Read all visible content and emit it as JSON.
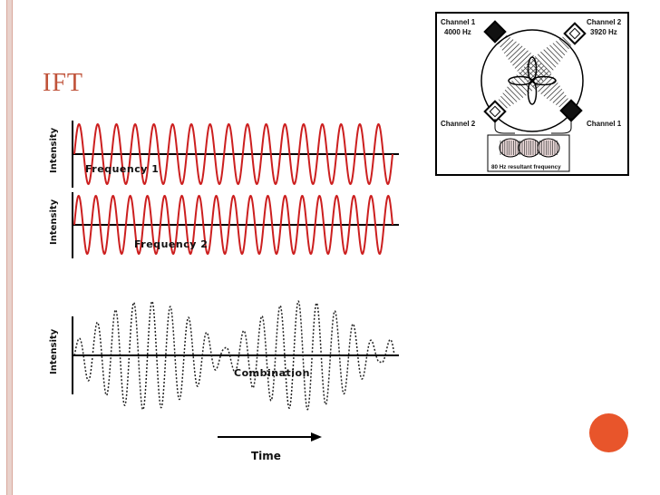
{
  "title": "IFT",
  "accent": "#c0533a",
  "dot_color": "#e8552b",
  "wave_color": "#cc1f1f",
  "waves": {
    "frequency1": {
      "ylabel": "Intensity",
      "label": "Frequency 1"
    },
    "frequency2": {
      "ylabel": "Intensity",
      "label": "Frequency 2"
    },
    "combination": {
      "ylabel": "Intensity",
      "label": "Combination"
    },
    "time_label": "Time"
  },
  "scheme": {
    "top_left": {
      "name": "Channel 1",
      "freq": "4000 Hz"
    },
    "top_right": {
      "name": "Channel 2",
      "freq": "3920 Hz"
    },
    "bottom_left": {
      "name": "Channel 2"
    },
    "bottom_right": {
      "name": "Channel 1"
    },
    "resultant": "80 Hz resultant frequency"
  }
}
